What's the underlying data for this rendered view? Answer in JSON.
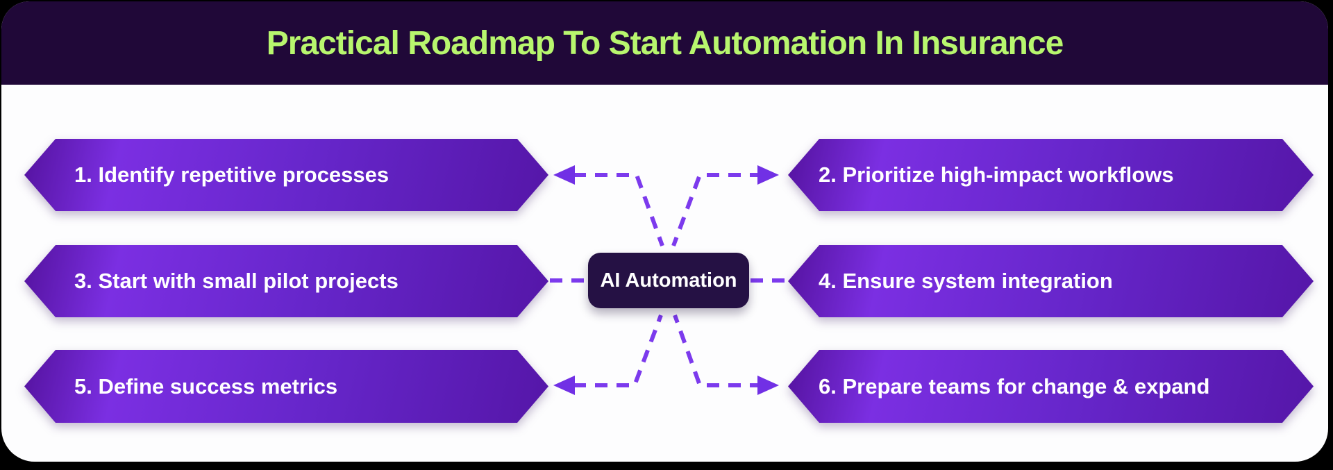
{
  "title": "Practical Roadmap To Start Automation In Insurance",
  "center_node": {
    "label": "AI Automation"
  },
  "steps": [
    {
      "label": "1. Identify repetitive processes"
    },
    {
      "label": "2. Prioritize high-impact workflows"
    },
    {
      "label": "3. Start with small pilot projects"
    },
    {
      "label": "4. Ensure system integration"
    },
    {
      "label": "5. Define success metrics"
    },
    {
      "label": "6. Prepare teams for change & expand"
    }
  ],
  "colors": {
    "canvas_bg": "#000000",
    "card_bg": "#FDFDFE",
    "header_bg": "#200838",
    "title_color": "#B8F66E",
    "banner_dark": "#54129E",
    "banner_bright": "#7B2FE2",
    "banner_mid": "#6626CA",
    "banner_right": "#5516A8",
    "banner_text": "#FFFFFF",
    "center_bg": "#251144",
    "center_text": "#FFFFFF",
    "dash_color": "#7C3AED",
    "arrow_color": "#7130E5"
  }
}
